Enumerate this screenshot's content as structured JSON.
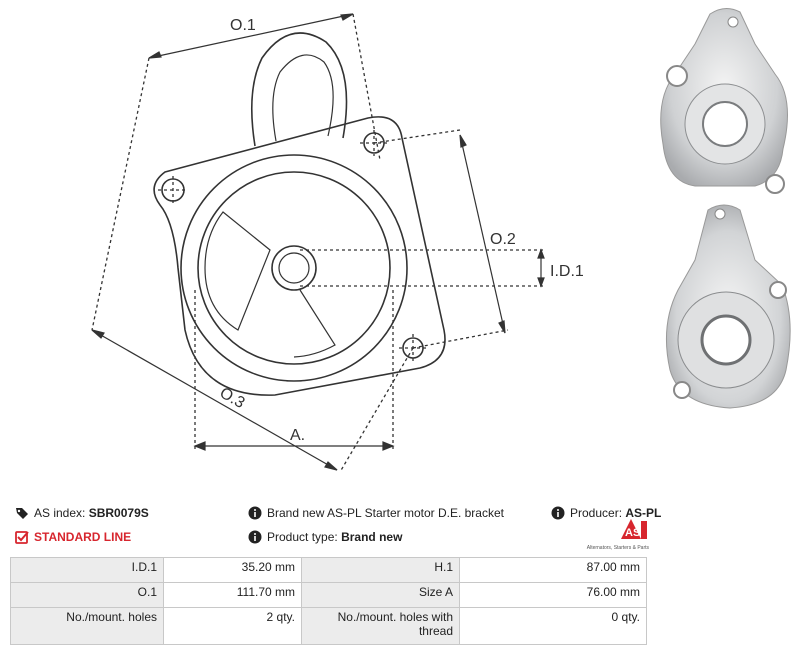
{
  "drawing": {
    "labels": {
      "o1": "O.1",
      "o2": "O.2",
      "o3": "O.3",
      "id1": "I.D.1",
      "a": "A."
    },
    "line_color": "#333333"
  },
  "info": {
    "as_index_label": "AS index:",
    "as_index_value": "SBR0079S",
    "standard_line": "STANDARD LINE",
    "description": "Brand new AS-PL Starter motor D.E. bracket",
    "product_type_label": "Product type:",
    "product_type_value": "Brand new",
    "producer_label": "Producer:",
    "producer_value": "AS-PL",
    "accent_color": "#d7262e",
    "icons": [
      "tag-icon",
      "check-square-icon",
      "info-icon"
    ]
  },
  "logo": {
    "text": "AS",
    "subtitle": "Alternators, Starters & Parts"
  },
  "specs": {
    "rows": [
      {
        "l1": "I.D.1",
        "v1": "35.20 mm",
        "l2": "H.1",
        "v2": "87.00 mm"
      },
      {
        "l1": "O.1",
        "v1": "111.70 mm",
        "l2": "Size A",
        "v2": "76.00 mm"
      },
      {
        "l1": "No./mount. holes",
        "v1": "2 qty.",
        "l2": "No./mount. holes with thread",
        "v2": "0 qty."
      }
    ]
  }
}
